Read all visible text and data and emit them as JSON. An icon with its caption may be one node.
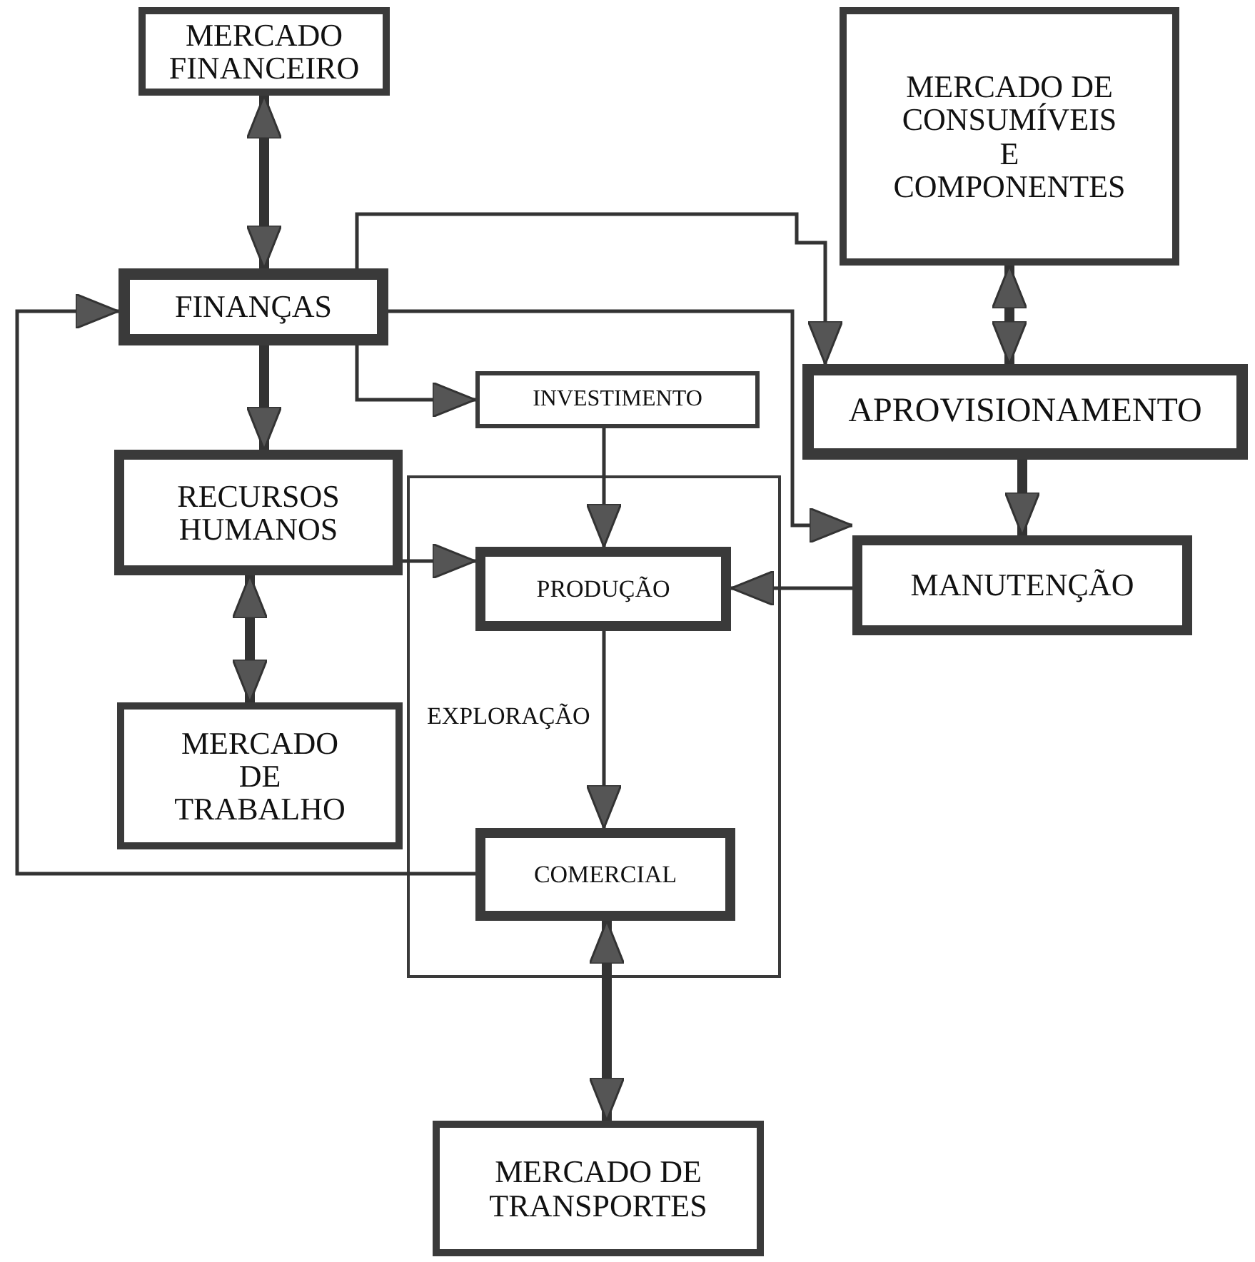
{
  "diagram": {
    "nodes": [
      {
        "text": [
          "MERCADO FINANCEIRO"
        ]
      },
      {
        "text": [
          "MERCADO DE CONSUMÍVEIS E COMPONENTES"
        ]
      },
      {
        "text": [
          "FINANÇAS"
        ]
      },
      {
        "text": [
          "EXPLORAÇÃO"
        ]
      },
      {
        "text": [
          "INVESTIMENTO"
        ]
      },
      {
        "text": [
          "APROVISIONAMENTO"
        ]
      },
      {
        "text": [
          "RECURSOS HUMANOS"
        ]
      },
      {
        "text": [
          "PRODUÇÃO"
        ],
        "in": 3
      },
      {
        "text": [
          "MANUTENÇÃO"
        ]
      },
      {
        "text": [
          "MERCADO DE TRABALHO"
        ]
      },
      {
        "text": [
          "COMERCIAL"
        ],
        "in": 3
      },
      {
        "text": [
          "MERCADO DE TRANSPORTES"
        ]
      }
    ],
    "edges": [
      {
        "from": 0,
        "to": 2,
        "arrow": "both",
        "style": "thick"
      },
      {
        "from": 2,
        "to": 6,
        "arrow": "to",
        "style": "thick"
      },
      {
        "from": 2,
        "to": 4,
        "arrow": "to"
      },
      {
        "from": 2,
        "to": 5,
        "arrow": "to"
      },
      {
        "from": 2,
        "to": 8,
        "arrow": "to"
      },
      {
        "from": 1,
        "to": 5,
        "arrow": "both",
        "style": "thick"
      },
      {
        "from": 5,
        "to": 8,
        "arrow": "to",
        "style": "thick"
      },
      {
        "from": 4,
        "to": 7,
        "arrow": "to"
      },
      {
        "from": 6,
        "to": 7,
        "arrow": "to"
      },
      {
        "from": 8,
        "to": 7,
        "arrow": "to"
      },
      {
        "from": 7,
        "to": 10,
        "arrow": "to"
      },
      {
        "from": 10,
        "to": 2,
        "arrow": "to"
      },
      {
        "from": 10,
        "to": 11,
        "arrow": "both",
        "style": "thick"
      },
      {
        "from": 6,
        "to": 9,
        "arrow": "both",
        "style": "thick"
      }
    ]
  }
}
